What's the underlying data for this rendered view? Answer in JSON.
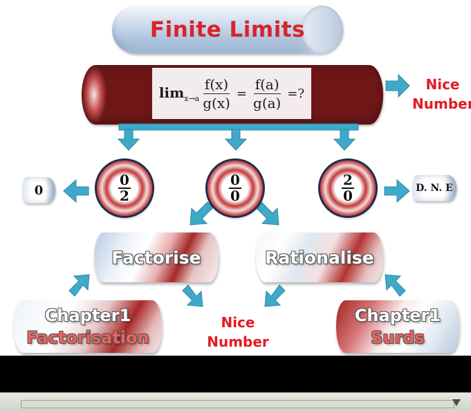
{
  "title": "Finite Limits",
  "formula": {
    "lim": "lim",
    "lim_sub": "x→a",
    "numerator_1": "f(x)",
    "denominator_1": "g(x)",
    "equals": "=",
    "numerator_2": "f(a)",
    "denominator_2": "g(a)",
    "result": "=?"
  },
  "nice_number_top": {
    "line1": "Nice",
    "line2": "Number"
  },
  "cases": [
    {
      "numerator": "0",
      "denominator": "2",
      "outcome": "0"
    },
    {
      "numerator": "0",
      "denominator": "0"
    },
    {
      "numerator": "2",
      "denominator": "0",
      "outcome": "D. N. E"
    }
  ],
  "methods": {
    "factorise": "Factorise",
    "rationalise": "Rationalise"
  },
  "references": {
    "left": {
      "line1": "Chapter1",
      "line2": "Factorisation"
    },
    "right": {
      "line1": "Chapter1",
      "line2": "Surds"
    }
  },
  "nice_number_bottom": {
    "line1": "Nice",
    "line2": "Number"
  },
  "colors": {
    "accent_red": "#e11b22",
    "arrow_blue": "#3fa9c9",
    "tube_red": "#a62828",
    "tube_blue": "#b7cbe2"
  }
}
